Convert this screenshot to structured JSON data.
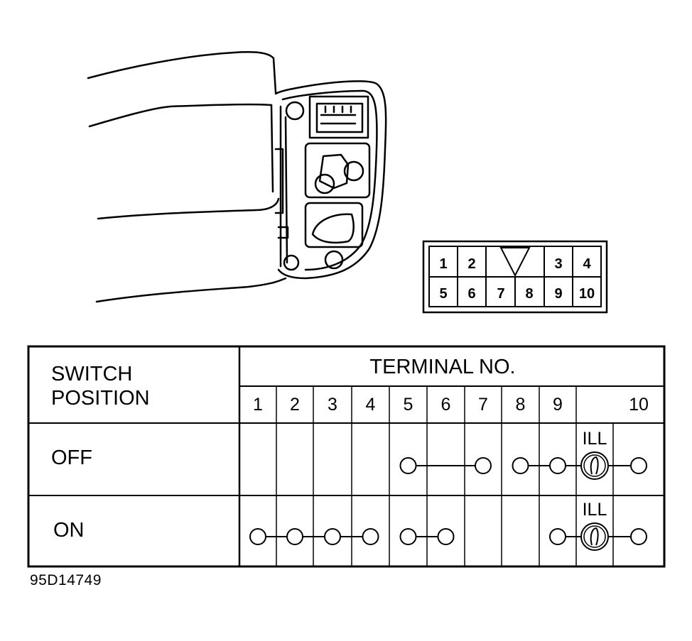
{
  "connector": {
    "top_row": [
      "1",
      "2",
      "",
      "3",
      "4"
    ],
    "bottom_row": [
      "5",
      "6",
      "7",
      "8",
      "9",
      "10"
    ]
  },
  "table": {
    "switch_header": "SWITCH\nPOSITION",
    "switch_header_lines": [
      "SWITCH",
      "POSITION"
    ],
    "terminal_header": "TERMINAL NO.",
    "terminals": [
      "1",
      "2",
      "3",
      "4",
      "5",
      "6",
      "7",
      "8",
      "9",
      "",
      "10"
    ],
    "rows": [
      {
        "position": "OFF",
        "lamp_label": "ILL",
        "connections": [
          [
            "5",
            "7"
          ],
          [
            "8",
            "9",
            "ILL",
            "10"
          ]
        ]
      },
      {
        "position": "ON",
        "lamp_label": "ILL",
        "connections": [
          [
            "1",
            "2",
            "3",
            "4"
          ],
          [
            "5",
            "6"
          ],
          [
            "9",
            "ILL",
            "10"
          ]
        ]
      }
    ]
  },
  "figure_id": "95D14749"
}
